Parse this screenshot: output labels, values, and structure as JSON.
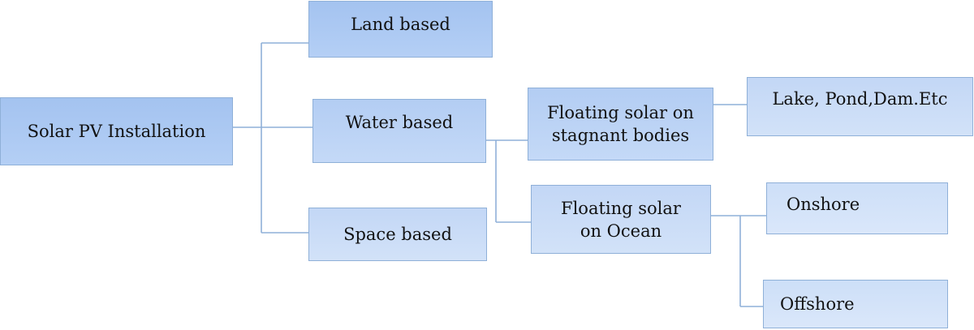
{
  "diagram": {
    "root": "Solar PV Installation",
    "land": "Land based",
    "water": "Water based",
    "space": "Space based",
    "stagnant": "Floating solar on stagnant bodies",
    "ocean": "Floating solar on Ocean",
    "lake": "Lake, Pond,Dam.Etc",
    "onshore": "Onshore",
    "offshore": "Offshore"
  },
  "colors": {
    "border": "#8fb0d8",
    "line": "#8fb0d8"
  }
}
